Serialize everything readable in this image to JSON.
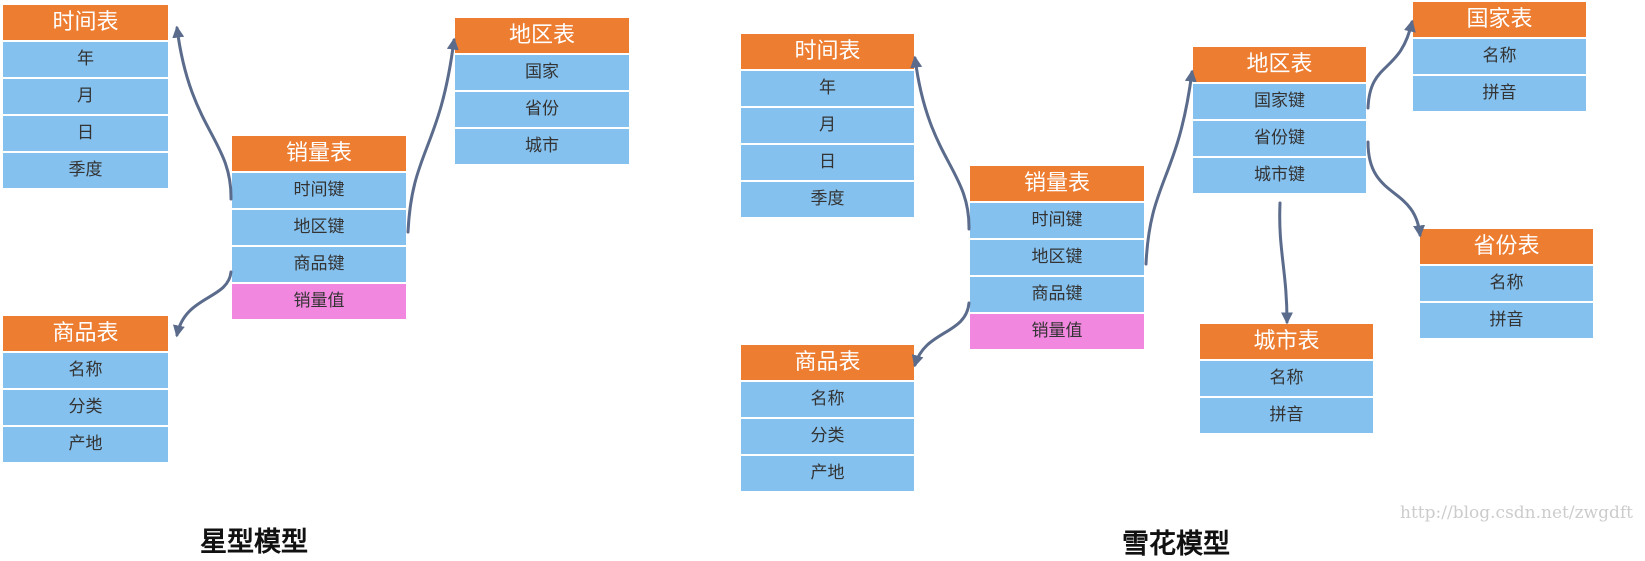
{
  "star": {
    "caption": "星型模型",
    "time_table": {
      "title": "时间表",
      "rows": [
        "年",
        "月",
        "日",
        "季度"
      ]
    },
    "region_table": {
      "title": "地区表",
      "rows": [
        "国家",
        "省份",
        "城市"
      ]
    },
    "sales_table": {
      "title": "销量表",
      "rows": [
        "时间键",
        "地区键",
        "商品键"
      ],
      "measure": "销量值"
    },
    "product_table": {
      "title": "商品表",
      "rows": [
        "名称",
        "分类",
        "产地"
      ]
    }
  },
  "snowflake": {
    "caption": "雪花模型",
    "time_table": {
      "title": "时间表",
      "rows": [
        "年",
        "月",
        "日",
        "季度"
      ]
    },
    "sales_table": {
      "title": "销量表",
      "rows": [
        "时间键",
        "地区键",
        "商品键"
      ],
      "measure": "销量值"
    },
    "product_table": {
      "title": "商品表",
      "rows": [
        "名称",
        "分类",
        "产地"
      ]
    },
    "region_table": {
      "title": "地区表",
      "rows": [
        "国家键",
        "省份键",
        "城市键"
      ]
    },
    "country_table": {
      "title": "国家表",
      "rows": [
        "名称",
        "拼音"
      ]
    },
    "province_table": {
      "title": "省份表",
      "rows": [
        "名称",
        "拼音"
      ]
    },
    "city_table": {
      "title": "城市表",
      "rows": [
        "名称",
        "拼音"
      ]
    }
  },
  "watermark": "http://blog.csdn.net/zwgdft",
  "colors": {
    "header": "#ED7D31",
    "row": "#85C1EE",
    "measure": "#F287DF",
    "arrow": "#5B6B8C"
  }
}
